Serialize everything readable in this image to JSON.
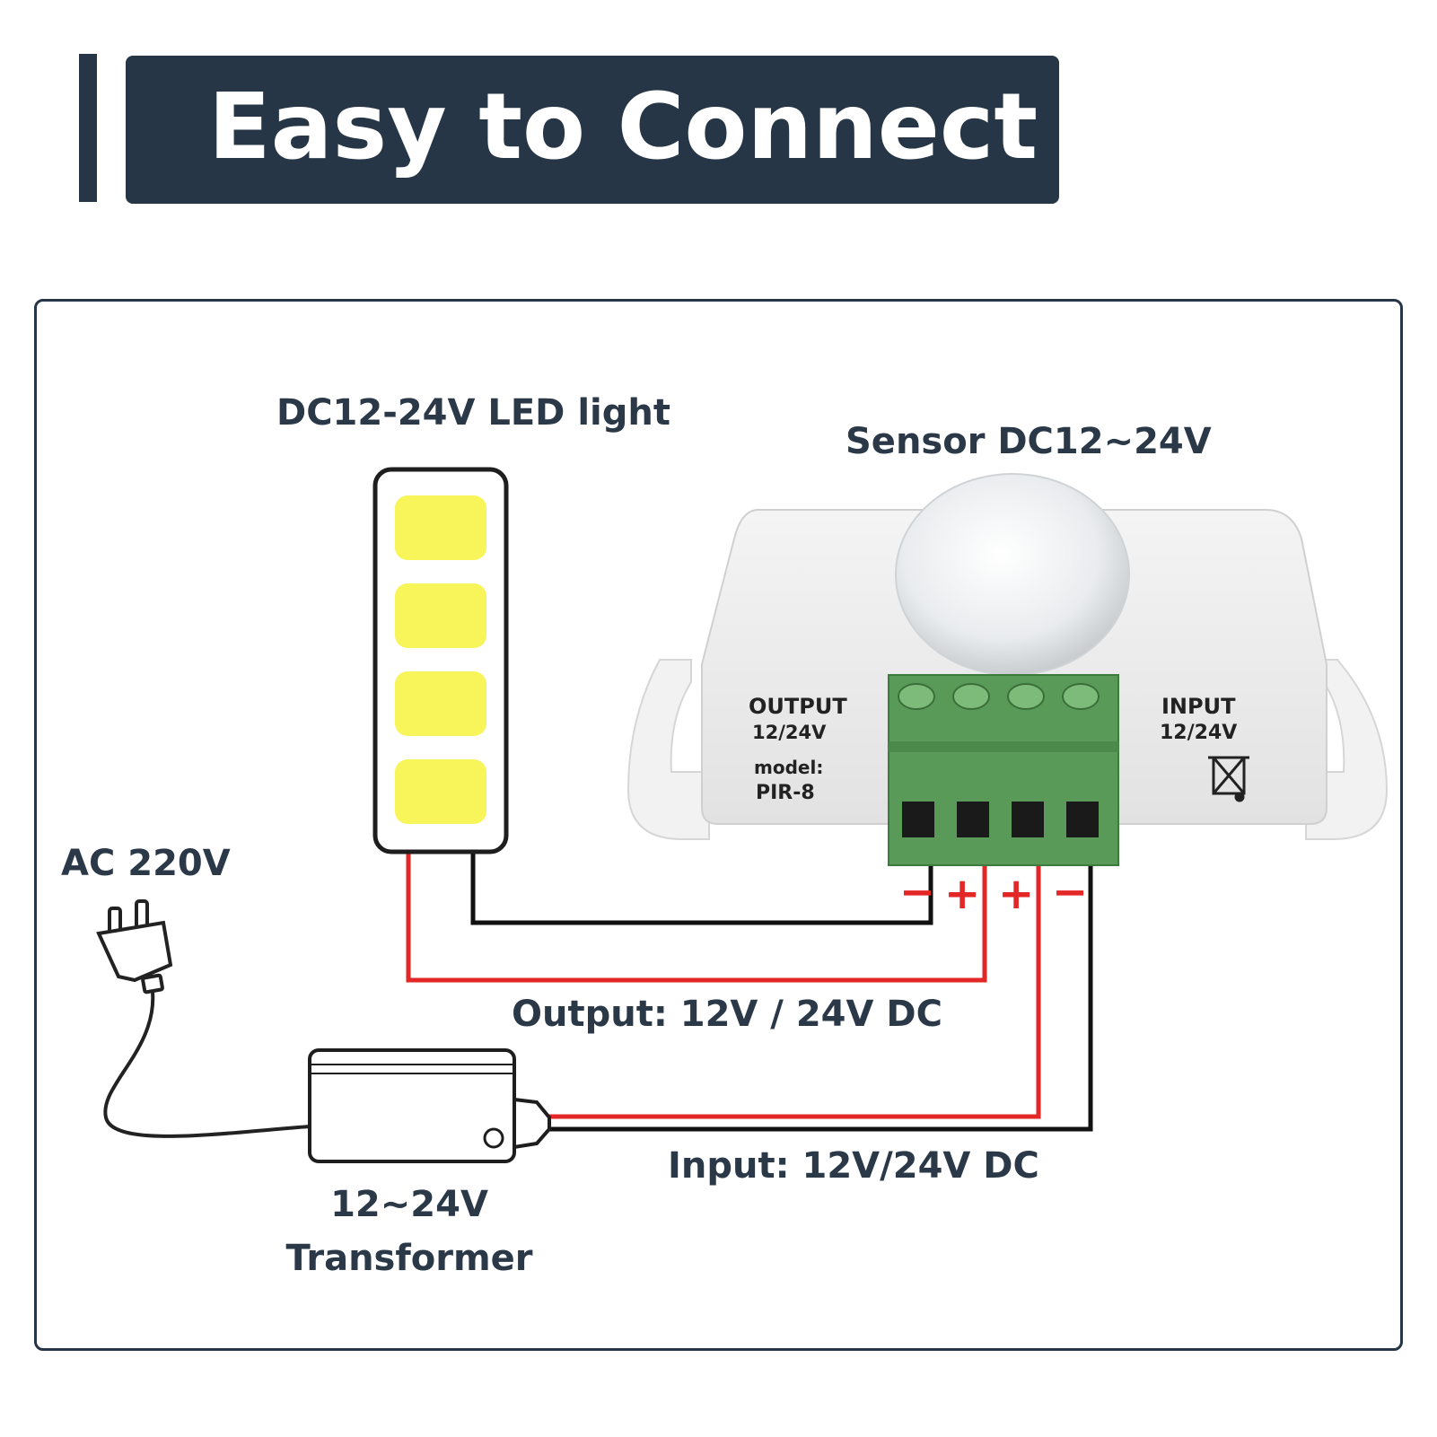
{
  "title": "Easy to Connect",
  "labels": {
    "led_light": "DC12-24V LED light",
    "sensor": "Sensor DC12~24V",
    "ac": "AC 220V",
    "output": "Output: 12V / 24V DC",
    "input": "Input: 12V/24V DC",
    "transformer_line1": "12~24V",
    "transformer_line2": "Transformer"
  },
  "device": {
    "output_label": "OUTPUT",
    "output_voltage": "12/24V",
    "model_label": "model:",
    "model_value": "PIR-8",
    "input_label": "INPUT",
    "input_voltage": "12/24V"
  },
  "terminals": [
    "−",
    "+",
    "+",
    "−"
  ],
  "colors": {
    "header": "#263646",
    "led": "#f7f55a",
    "terminal_block": "#5a9a58",
    "wire_positive": "#e32626",
    "wire_negative": "#111111",
    "terminal_sign": "#e32626"
  },
  "icons": [
    "led-strip-icon",
    "sensor-module-icon",
    "power-plug-icon",
    "transformer-icon",
    "recycle-bin-icon"
  ]
}
